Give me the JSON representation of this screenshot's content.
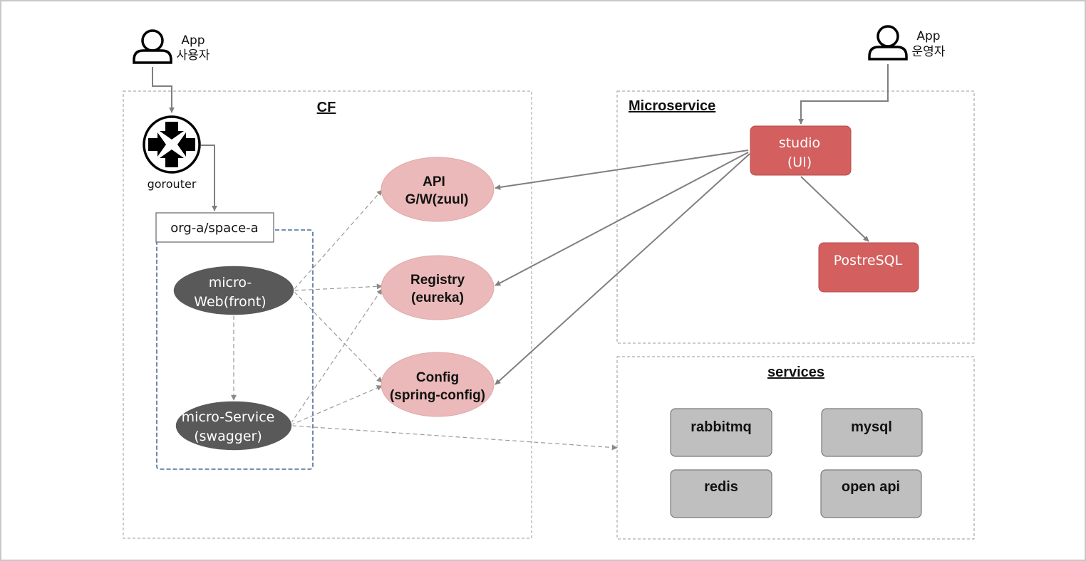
{
  "actors": {
    "user": {
      "line1": "App",
      "line2": "사용자"
    },
    "operator": {
      "line1": "App",
      "line2": "운영자"
    }
  },
  "groups": {
    "cf": {
      "title": "CF"
    },
    "microservice": {
      "title": "Microservice"
    },
    "services": {
      "title": "services"
    }
  },
  "gorouter": {
    "label": "gorouter",
    "icon": "router-icon"
  },
  "space": {
    "label": "org-a/space-a"
  },
  "apps": {
    "web": {
      "line1": "micro-",
      "line2": "Web(front)"
    },
    "service": {
      "line1": "micro-Service",
      "line2": "(swagger)"
    }
  },
  "platform": {
    "api": {
      "line1": "API",
      "line2": "G/W(zuul)"
    },
    "registry": {
      "line1": "Registry",
      "line2": "(eureka)"
    },
    "config": {
      "line1": "Config",
      "line2": "(spring-config)"
    }
  },
  "microservice": {
    "studio": {
      "line1": "studio",
      "line2": "(UI)"
    },
    "postgres": {
      "label": "PostreSQL"
    }
  },
  "services": {
    "rabbitmq": "rabbitmq",
    "mysql": "mysql",
    "redis": "redis",
    "openapi": "open api"
  },
  "colors": {
    "dark_node": "#595959",
    "pink_node": "#ebb9b9",
    "red_node": "#d35f5f",
    "service_node": "#bfbfbf",
    "edge": "#7f7f7f",
    "space_border": "#4a6a96"
  }
}
